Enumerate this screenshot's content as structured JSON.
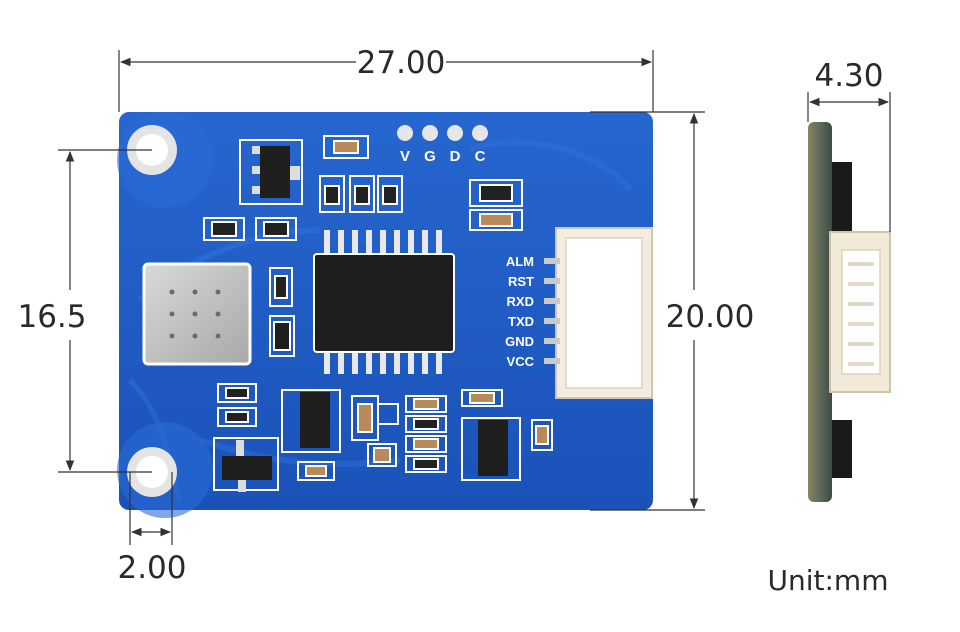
{
  "dimensions": {
    "width": "27.00",
    "height": "20.00",
    "hole_spacing": "16.5",
    "hole_offset": "2.00",
    "thickness": "4.30"
  },
  "unit_label": "Unit:mm",
  "top_silkscreen": [
    "V",
    "G",
    "D",
    "C"
  ],
  "pin_labels": [
    "ALM",
    "RST",
    "RXD",
    "TXD",
    "GND",
    "VCC"
  ],
  "colors": {
    "pcb": "#1f5ec7",
    "pcb_edge": "#2a6ad4",
    "dimension_line": "#333333"
  }
}
